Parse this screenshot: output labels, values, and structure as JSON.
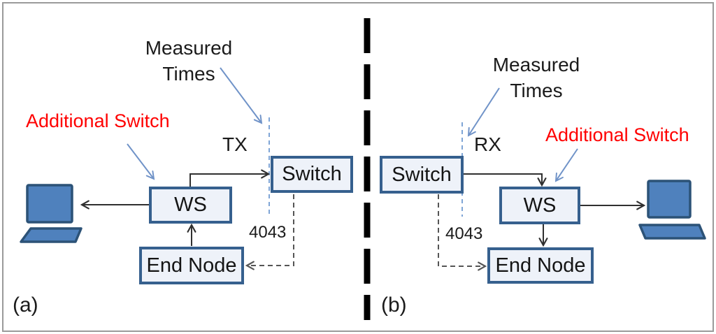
{
  "figure": {
    "panel_a": {
      "caption": "(a)",
      "measured_times": {
        "line1": "Measured",
        "line2": "Times"
      },
      "additional_switch_label": "Additional Switch",
      "direction_label": "TX",
      "port_label": "4043",
      "nodes": {
        "ws": "WS",
        "switch": "Switch",
        "end_node": "End Node"
      }
    },
    "panel_b": {
      "caption": "(b)",
      "measured_times": {
        "line1": "Measured",
        "line2": "Times"
      },
      "additional_switch_label": "Additional Switch",
      "direction_label": "RX",
      "port_label": "4043",
      "nodes": {
        "ws": "WS",
        "switch": "Switch",
        "end_node": "End Node"
      }
    }
  },
  "colors": {
    "text": "#1b1b1b",
    "red_label": "#ff0000",
    "box_fill": "#eef2f9",
    "box_border": "#36608e",
    "laptop_fill": "#4f81bd",
    "laptop_border": "#2c5277",
    "arrow": "#303030",
    "arrow_dashed": "#555555",
    "blue_arrow": "#7093c8",
    "blue_dash": "#7fa5d6",
    "divider": "#000000",
    "frame": "#9a9a9a"
  }
}
